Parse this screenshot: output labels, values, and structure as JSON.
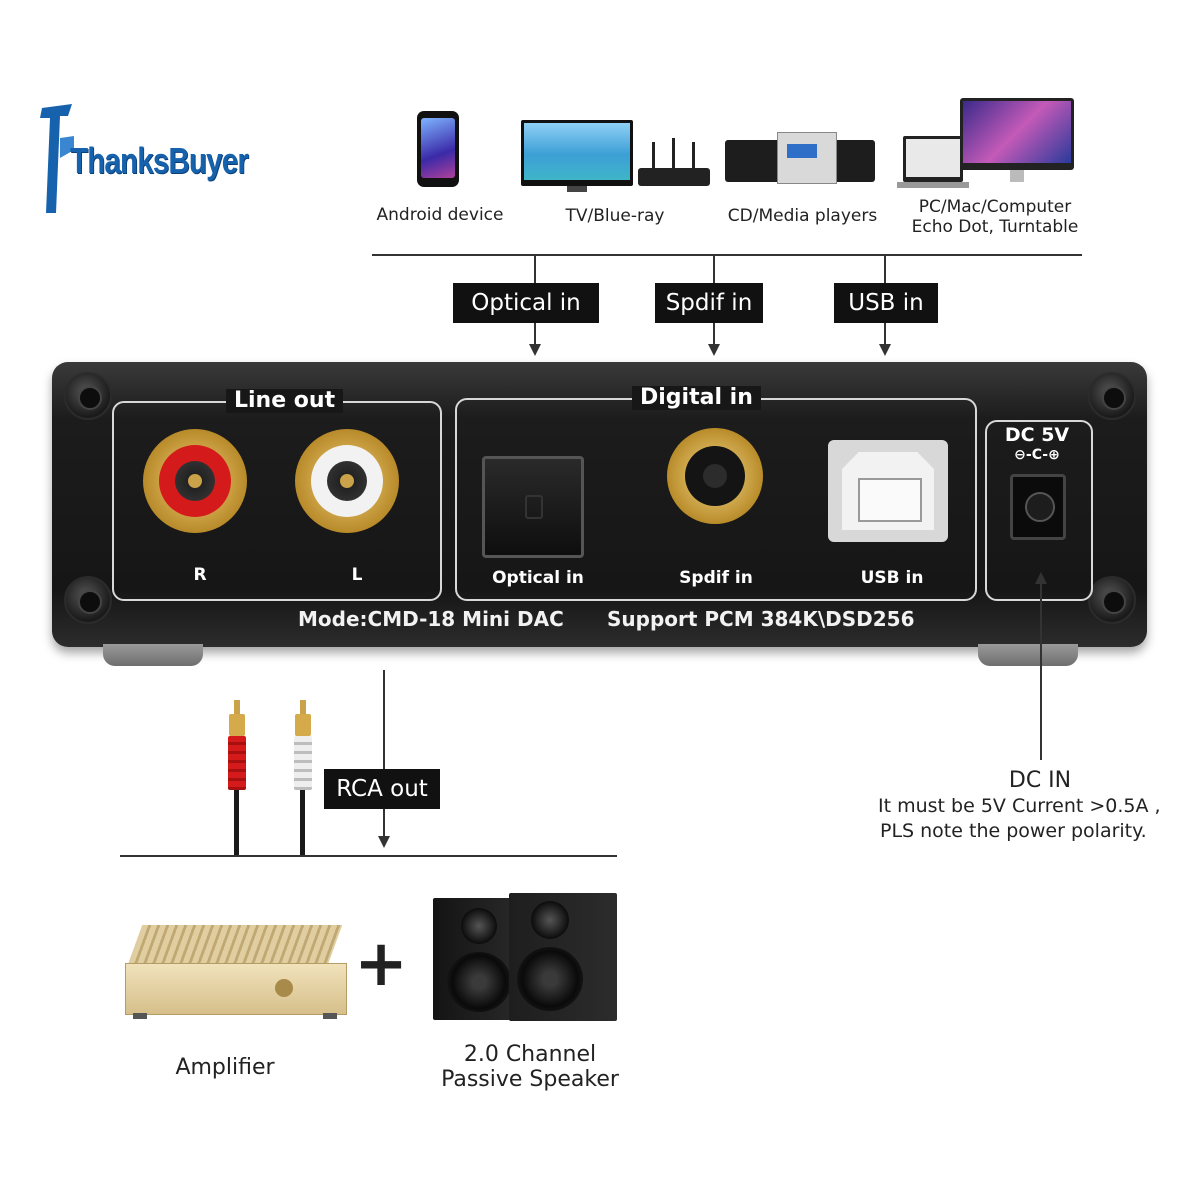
{
  "brand": {
    "name": "ThanksBuyer",
    "color": "#1662ad"
  },
  "sources": [
    {
      "icon": "smartphone-icon",
      "label": "Android device"
    },
    {
      "icon": "tv-router-icon",
      "label": "TV/Blue-ray"
    },
    {
      "icon": "media-player-icon",
      "label": "CD/Media players"
    },
    {
      "icon": "computer-icon",
      "label_line1": "PC/Mac/Computer",
      "label_line2": "Echo Dot, Turntable"
    }
  ],
  "inputs": {
    "optical_tag": "Optical in",
    "spdif_tag": "Spdif in",
    "usb_tag": "USB in"
  },
  "panel": {
    "line_out_title": "Line out",
    "digital_in_title": "Digital in",
    "right_label": "R",
    "left_label": "L",
    "optical_label": "Optical in",
    "spdif_label": "Spdif in",
    "usb_label": "USB in",
    "dc_label": "DC 5V",
    "polarity_symbol": "⊖-C-⊕",
    "model_text": "Mode:CMD-18 Mini DAC",
    "support_text": "Support PCM 384K\\DSD256"
  },
  "output": {
    "rca_tag": "RCA out"
  },
  "dc_in": {
    "title": "DC IN",
    "line1": "It must be 5V Current >0.5A ,",
    "line2": "PLS note the power polarity."
  },
  "outputs": {
    "amplifier_label": "Amplifier",
    "plus_symbol": "+",
    "speaker_line1": "2.0 Channel",
    "speaker_line2": "Passive Speaker"
  },
  "colors": {
    "panel": "#1c1c1c",
    "tag": "#111111",
    "rca_red": "#d41a1a",
    "rca_white": "#f2f2f2"
  }
}
